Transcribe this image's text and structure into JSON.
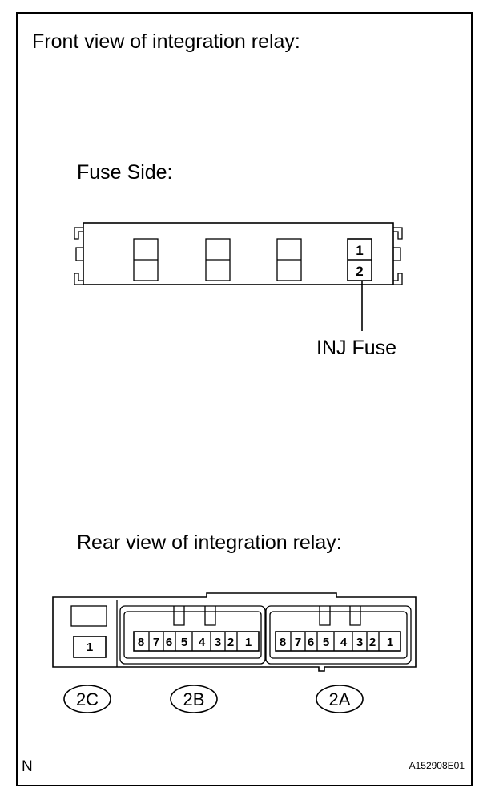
{
  "headings": {
    "front": "Front view of integration relay:",
    "fuse_side": "Fuse Side:",
    "rear": "Rear view of integration relay:"
  },
  "fuse_label": "INJ Fuse",
  "fuse_terminals": [
    "1",
    "2"
  ],
  "connectors": {
    "c2c": {
      "id": "2C",
      "pins": [
        "1"
      ]
    },
    "c2b": {
      "id": "2B",
      "pins": [
        "8",
        "7",
        "6",
        "5",
        "4",
        "3",
        "2",
        "1"
      ]
    },
    "c2a": {
      "id": "2A",
      "pins": [
        "8",
        "7",
        "6",
        "5",
        "4",
        "3",
        "2",
        "1"
      ]
    }
  },
  "corner_mark": "N",
  "figure_code": "A152908E01"
}
